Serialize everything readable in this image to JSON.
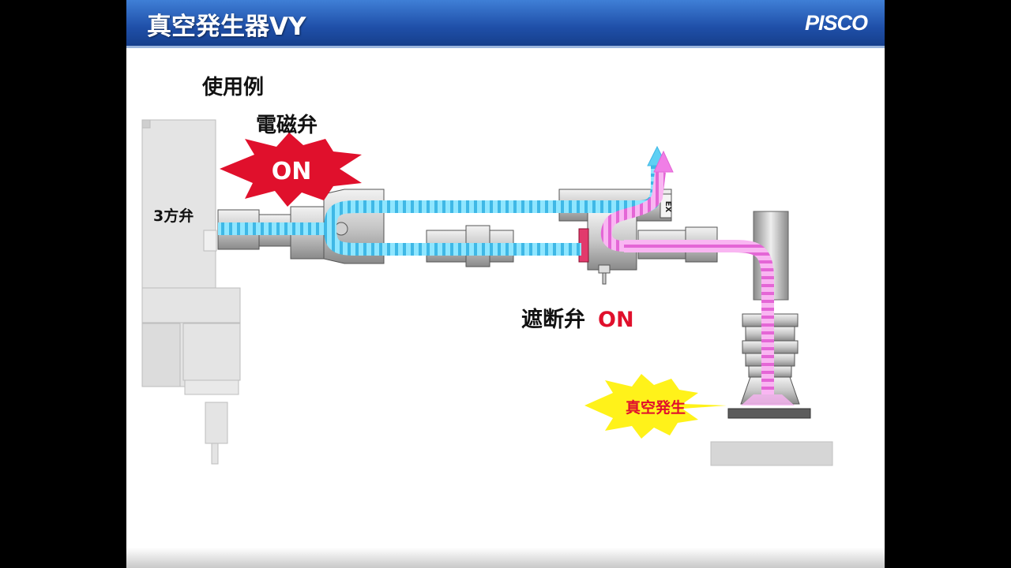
{
  "header": {
    "title": "真空発生器VY",
    "logo": "PISCO"
  },
  "diagram": {
    "usage_example": "使用例",
    "solenoid_valve": "電磁弁",
    "solenoid_state": "ON",
    "three_way_valve": "3方弁",
    "shutoff_valve_label": "遮断弁",
    "shutoff_valve_state": "ON",
    "vacuum_generation": "真空発生",
    "exhaust_mark": "EX"
  },
  "colors": {
    "header_blue": "#1f4fa8",
    "starburst_red": "#e0102c",
    "starburst_yellow": "#fff21a",
    "air_flow_cyan": "#7fe0ff",
    "vacuum_flow_pink": "#f07ee6",
    "state_red": "#e0102c"
  }
}
